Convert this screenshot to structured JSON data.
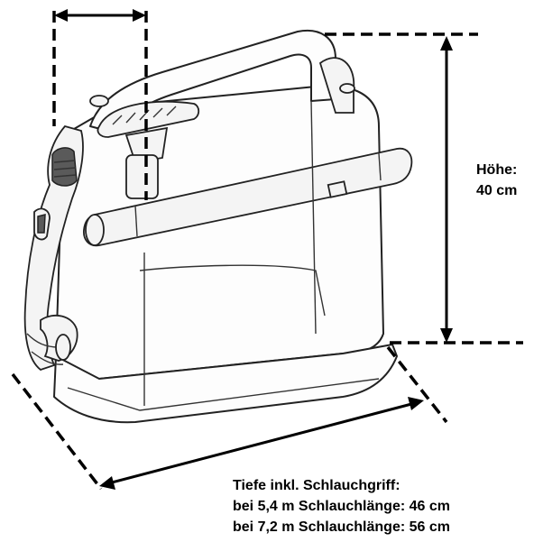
{
  "labels": {
    "height_title": "Höhe:",
    "height_value": "40 cm",
    "depth_title": "Tiefe inkl. Schlauchgriff:",
    "depth_line_1": "bei 5,4 m Schlauchlänge: 46 cm",
    "depth_line_2": "bei 7,2 m Schlauchlänge: 56 cm"
  }
}
